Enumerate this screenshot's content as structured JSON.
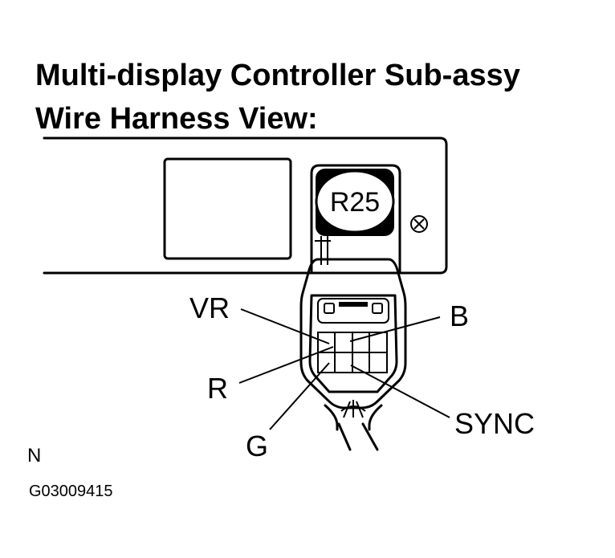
{
  "title": {
    "line1": "Multi-display  Controller  Sub-assy",
    "line2": "Wire Harness View:"
  },
  "connector": {
    "code": "R25"
  },
  "pins": {
    "vr": "VR",
    "b": "B",
    "r": "R",
    "g": "G",
    "sync": "SYNC"
  },
  "footer": {
    "letter": "N",
    "figure_code": "G03009415"
  }
}
